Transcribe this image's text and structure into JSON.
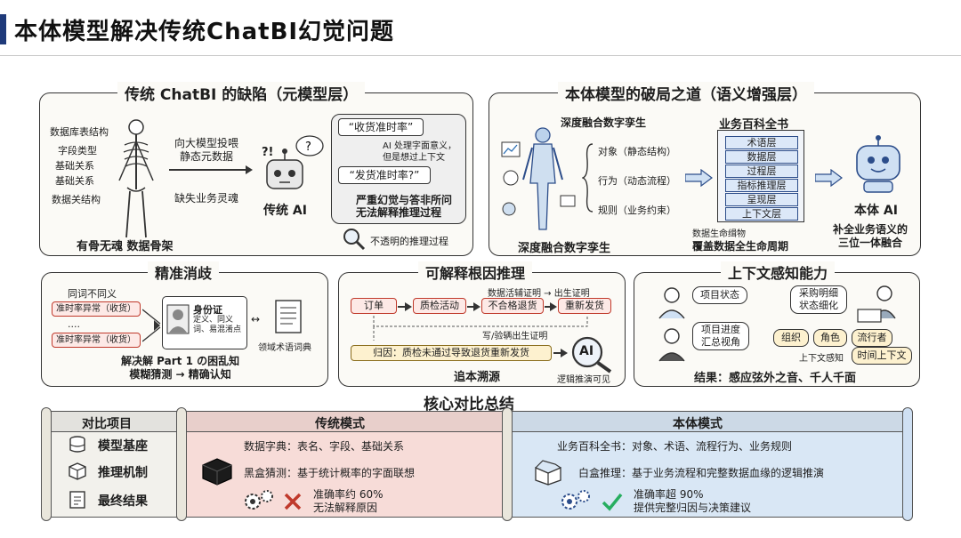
{
  "page": {
    "title": "本体模型解决传统ChatBI幻觉问题"
  },
  "panel_traditional": {
    "title": "传统 ChatBI 的缺陷（元模型层）",
    "skeleton_labels": [
      "数据库表结构",
      "字段类型",
      "基础关系",
      "基础关系",
      "数据关结构"
    ],
    "arrow_top": "向大模型投喂\n静态元数据",
    "arrow_bottom": "缺失业务灵魂",
    "robot_symbols": "?!",
    "robot_label": "传统 AI",
    "caption": "有骨无魂 数据骨架",
    "bubble_q1": "“收货准时率”",
    "bubble_note": "AI 处理字面意义，\n但是想过上下文",
    "bubble_q2": "“发货准时率?”",
    "bubble_conclusion": "严重幻觉与答非所问\n无法解释推理过程",
    "opaque_label": "不透明的推理过程"
  },
  "panel_ontology": {
    "title": "本体模型的破局之道（语义增强层）",
    "twin_title": "深度融合数字孪生",
    "twin_caption": "深度融合数字孪生",
    "branches": [
      "对象（静态结构）",
      "行为（动态流程）",
      "规则（业务约束）"
    ],
    "encyclopedia_title": "业务百科全书",
    "layers": [
      "术语层",
      "数据层",
      "过程层",
      "指标推理层",
      "呈现层",
      "上下文层"
    ],
    "lifecycle_small": "数据生命缉物",
    "lifecycle": "覆盖数据全生命周期",
    "ai_label": "本体 AI",
    "ai_caption": "补全业务语义的\n三位一体融合"
  },
  "panel_precise": {
    "title": "精准消歧",
    "same_word": "同词不同义",
    "items": [
      "准时率异常（收货）",
      "准时率异常（收货）"
    ],
    "ellipsis": "....",
    "id_card_title": "身份证",
    "id_card_body": "定义、同义\n词、易混淆点",
    "dict_label": "领域术语词典",
    "caption": "解决解 Part 1 の困乱知\n模糊猜测 → 精确认知"
  },
  "panel_explain": {
    "title": "可解释根因推理",
    "nodes": [
      "订单",
      "质检活动",
      "不合格退货",
      "重新发货"
    ],
    "note_top": "数据活辅证明 → 出生证明",
    "note_mid": "写/验辆出生证明",
    "cause": "归因：质检未通过导致退货重新发货",
    "ai_text": "AI",
    "trace": "追本溯源",
    "visible": "逻辑推演可见"
  },
  "panel_context": {
    "title": "上下文感知能力",
    "bubble_a": "项目状态",
    "bubble_b": "项目进度\n汇总视角",
    "bubble_c": "采购明细\n状态细化",
    "tags": [
      "组织",
      "角色",
      "流行者"
    ],
    "context_label": "上下文感知",
    "time_tag": "时间上下文",
    "caption": "结果：感应弦外之音、千人千面"
  },
  "comparison": {
    "title": "核心对比总结",
    "header_item": "对比项目",
    "header_traditional": "传统模式",
    "header_ontology": "本体模式",
    "rows": [
      {
        "label": "模型基座",
        "traditional": "数据字典：表名、字段、基础关系",
        "ontology": "业务百科全书：对象、术语、流程行为、业务规则"
      },
      {
        "label": "推理机制",
        "traditional": "黑盒猜测：基于统计概率的字面联想",
        "ontology": "白盒推理：基于业务流程和完整数据血缘的逻辑推演"
      },
      {
        "label": "最终结果",
        "traditional": "准确率约 60%\n无法解释原因",
        "ontology": "准确率超 90%\n提供完整归因与决策建议"
      }
    ]
  },
  "colors": {
    "accent": "#1f3a7a",
    "red_col": "#f6d9d6",
    "blue_col": "#d6e6f6",
    "red_mark": "#c0392b",
    "green_mark": "#27ae60"
  }
}
